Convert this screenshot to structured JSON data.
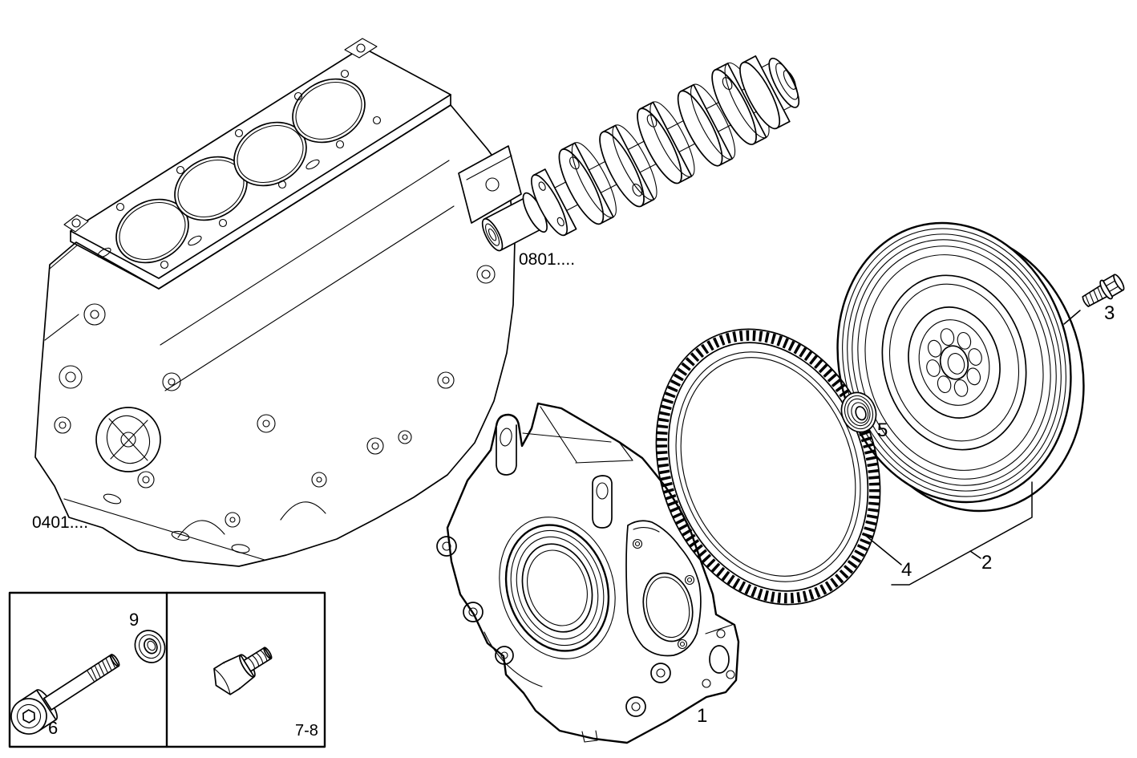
{
  "figure": {
    "background_color": "#ffffff",
    "line_color": "#000000",
    "module_refs": {
      "engine_block": "0401....",
      "crankshaft": "0801...."
    },
    "parts": {
      "housing_cover": "1",
      "flywheel_assembly": "2",
      "flywheel_bolt": "3",
      "ring_gear": "4",
      "bushing": "5"
    },
    "legend": {
      "long_bolt": "6",
      "washer": "9",
      "short_bolt": "7-8"
    }
  }
}
